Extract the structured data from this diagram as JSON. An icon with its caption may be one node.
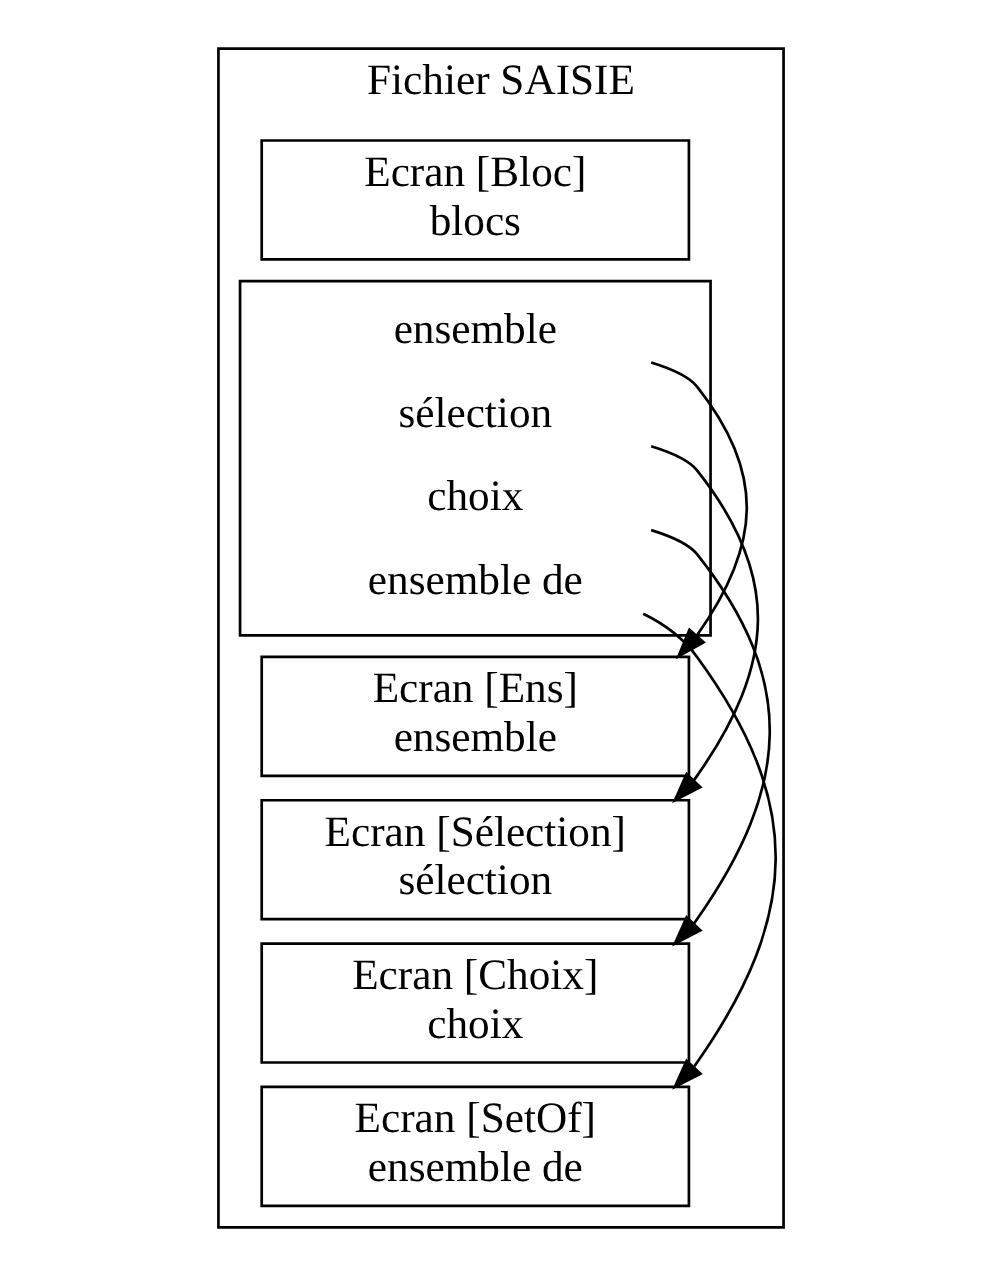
{
  "diagram": {
    "nodes": [
      {
        "text": [
          "Fichier SAISIE"
        ]
      },
      {
        "text": [
          "Ecran [Bloc]",
          "blocs"
        ],
        "in": 0
      },
      {
        "text": [],
        "shape": "box",
        "in": 0
      },
      {
        "text": [
          "ensemble"
        ],
        "in": 2
      },
      {
        "text": [
          "sélection"
        ],
        "in": 2
      },
      {
        "text": [
          "choix"
        ],
        "in": 2
      },
      {
        "text": [
          "ensemble de"
        ],
        "in": 2
      },
      {
        "text": [
          "Ecran [Ens]",
          "ensemble"
        ],
        "in": 0
      },
      {
        "text": [
          "Ecran [Sélection]",
          "sélection"
        ],
        "in": 0
      },
      {
        "text": [
          "Ecran [Choix]",
          "choix"
        ],
        "in": 0
      },
      {
        "text": [
          "Ecran [SetOf]",
          "ensemble de"
        ],
        "in": 0
      }
    ],
    "edges": [
      {
        "from": 3,
        "to": 7,
        "arrow": "to"
      },
      {
        "from": 4,
        "to": 8,
        "arrow": "to"
      },
      {
        "from": 5,
        "to": 9,
        "arrow": "to"
      },
      {
        "from": 6,
        "to": 10,
        "arrow": "to"
      }
    ]
  }
}
